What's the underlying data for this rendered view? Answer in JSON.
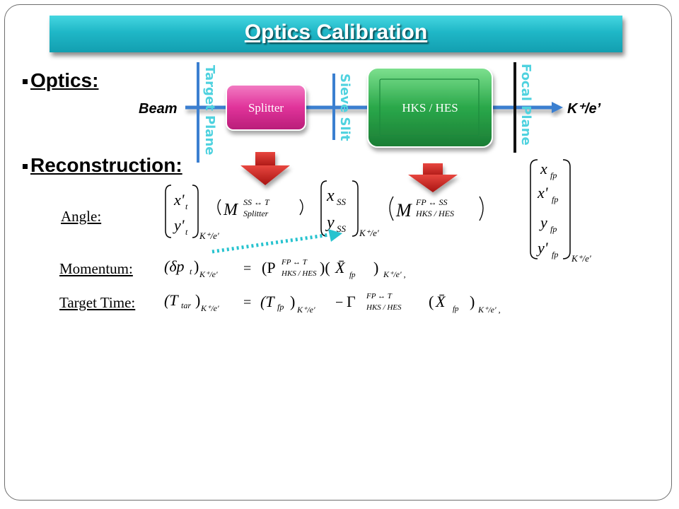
{
  "title": "Optics Calibration",
  "bullets": {
    "optics": "Optics:",
    "reconstruction": "Reconstruction:"
  },
  "diagram": {
    "beam": "Beam",
    "target_plane": "Target Plane",
    "splitter": "Splitter",
    "sieve_slit": "Sieve Slit",
    "spectrometer": "HKS / HES",
    "focal_plane": "Focal Plane",
    "particle": "K⁺/e’"
  },
  "rows": {
    "angle": "Angle:",
    "momentum": "Momentum:",
    "target_time": "Target Time:"
  },
  "colors": {
    "banner": "#1fb7c7",
    "beam_line": "#3b7fd0",
    "plane_text": "#4fd2df",
    "splitter": "#e0339a",
    "spectrometer": "#2aa84a",
    "arrow": "#c8201e",
    "dotted": "#27c3cf"
  }
}
